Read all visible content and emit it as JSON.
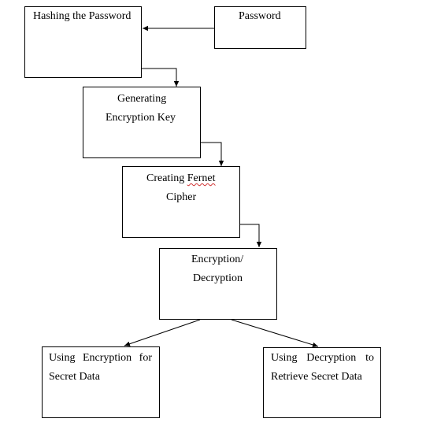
{
  "diagram": {
    "nodes": {
      "hashing": {
        "label": "Hashing the Password"
      },
      "password": {
        "label": "Password"
      },
      "key": {
        "line1": "Generating",
        "line2": "Encryption Key"
      },
      "fernet": {
        "line1_a": "Creating",
        "line1_b": "Fernet",
        "line2": "Cipher"
      },
      "encdec": {
        "line1": "Encryption/",
        "line2": "Decryption"
      },
      "use_enc": {
        "line1_words": [
          "Using",
          "Encryption",
          "for"
        ],
        "line2": "Secret Data"
      },
      "use_dec": {
        "line1_words": [
          "Using",
          "Decryption",
          "to"
        ],
        "line2": "Retrieve Secret Data"
      }
    },
    "edges": [
      {
        "from": "password",
        "to": "hashing"
      },
      {
        "from": "hashing",
        "to": "key"
      },
      {
        "from": "key",
        "to": "fernet"
      },
      {
        "from": "fernet",
        "to": "encdec"
      },
      {
        "from": "encdec",
        "to": "use_enc"
      },
      {
        "from": "encdec",
        "to": "use_dec"
      }
    ],
    "colors": {
      "stroke": "#000000",
      "spellcheck_underline": "#d03030"
    }
  }
}
